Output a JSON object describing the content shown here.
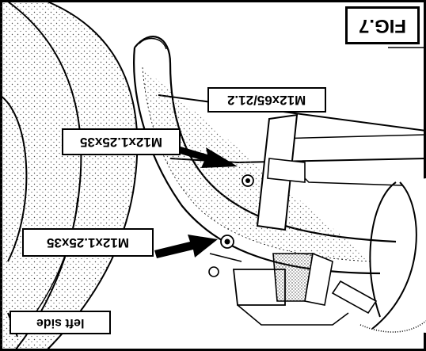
{
  "figure": {
    "title": "FIG.7",
    "orientation": "rotated 180 degrees",
    "labels": {
      "top_bolt": "M12x65/21.2",
      "upper_bolt": "M12x1.25x35",
      "lower_bolt": "M12x1.25x35",
      "side": "left side"
    }
  }
}
